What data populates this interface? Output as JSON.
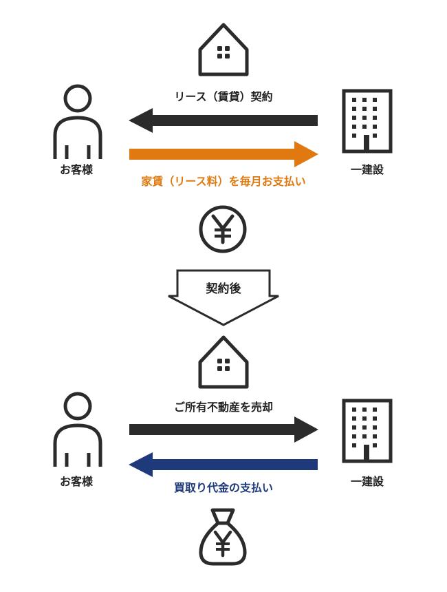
{
  "colors": {
    "dark": "#2b2b2b",
    "orange": "#e07a10",
    "navy": "#1f3a7a",
    "text": "#222222"
  },
  "top": {
    "arrow_lease_label": "リース（賃貸）契約",
    "arrow_rent_label": "家賃（リース料）を毎月お支払い",
    "customer_label": "お客様",
    "company_label": "一建設",
    "icons": [
      "house-icon",
      "person-icon",
      "building-icon",
      "yen-coin-icon"
    ]
  },
  "transition": {
    "label": "契約後"
  },
  "bottom": {
    "arrow_sale_label": "ご所有不動産を売却",
    "arrow_payment_label": "買取り代金の支払い",
    "customer_label": "お客様",
    "company_label": "一建設",
    "icons": [
      "house-icon",
      "person-icon",
      "building-icon",
      "money-bag-icon"
    ]
  }
}
